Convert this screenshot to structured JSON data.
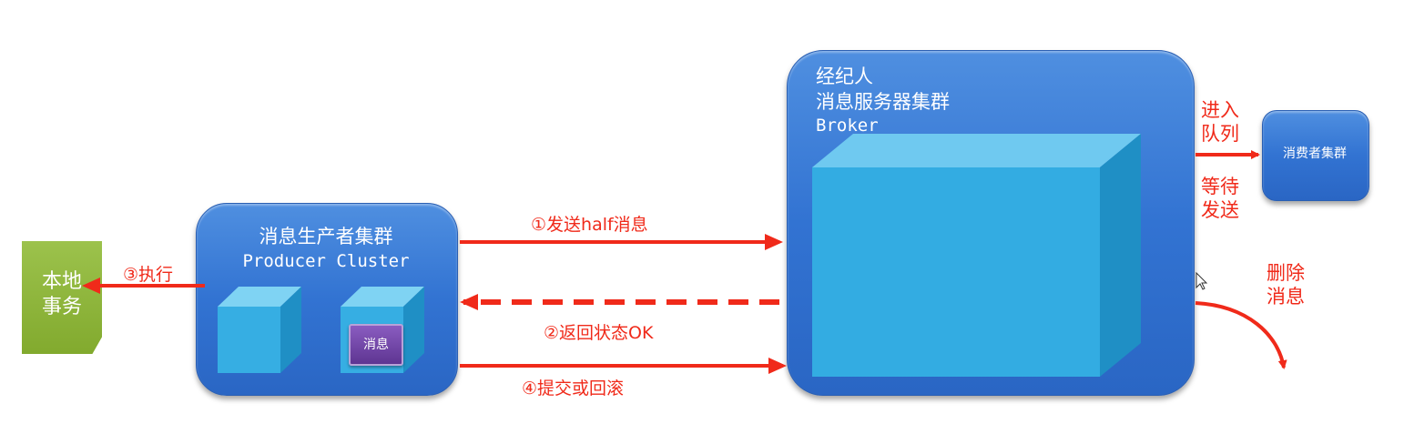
{
  "local_tx": {
    "label": "本地\n事务"
  },
  "producer": {
    "title": "消息生产者集群",
    "subtitle": "Producer Cluster",
    "message_badge": "消息"
  },
  "broker": {
    "line1": "经纪人",
    "line2": "消息服务器集群",
    "line3": "Broker"
  },
  "consumer": {
    "label": "消费者集群"
  },
  "steps": {
    "send_half": "①发送half消息",
    "return_status": "②返回状态OK",
    "execute": "③执行",
    "commit_rollback": "④提交或回滚"
  },
  "labels": {
    "enter_queue": "进入\n队列",
    "wait_send": "等待\n发送",
    "delete_message": "删除\n消息"
  },
  "colors": {
    "arrow": "#f02a1a",
    "cluster_blue": "#3273d2",
    "cube_front": "#35a9e0",
    "local_tx_green": "#8fb83a",
    "message_purple": "#6b3fa0"
  }
}
